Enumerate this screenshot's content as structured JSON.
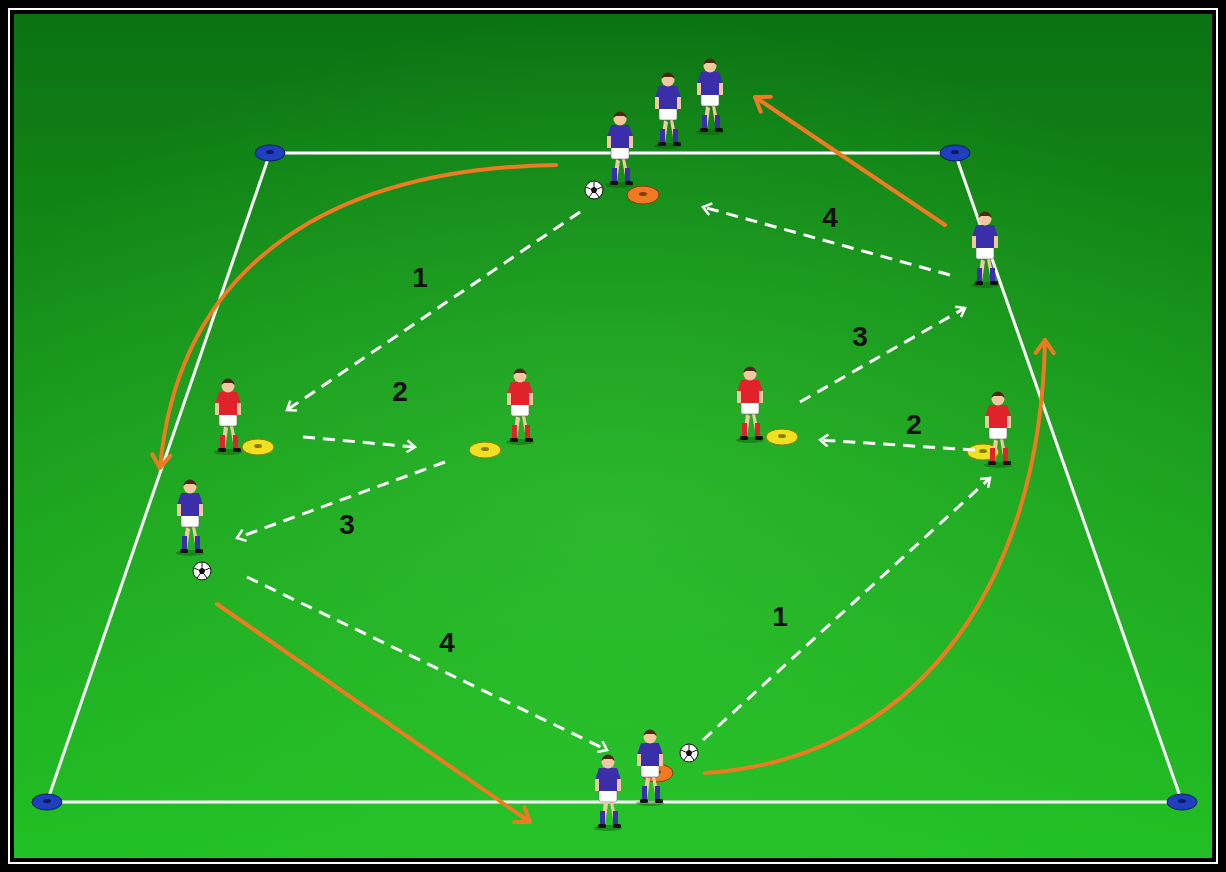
{
  "diagram": {
    "labels": [
      "4",
      "1",
      "3",
      "2",
      "2",
      "3",
      "1",
      "4"
    ]
  }
}
